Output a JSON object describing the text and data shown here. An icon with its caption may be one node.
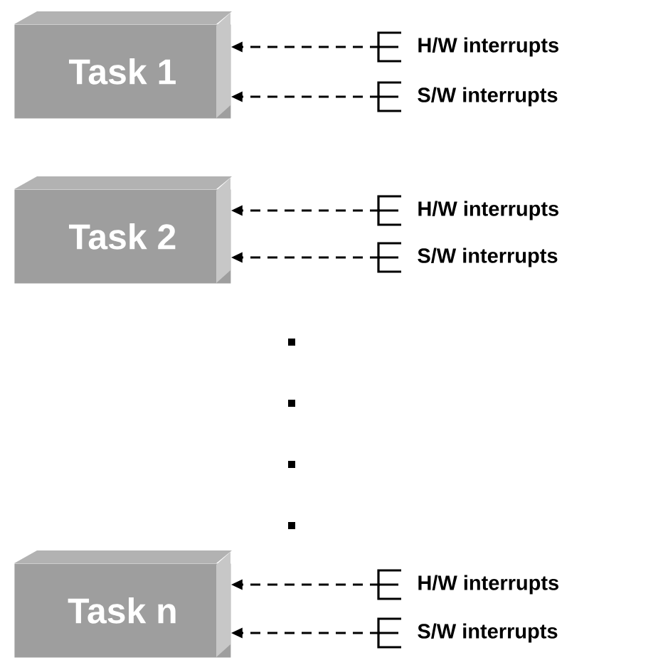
{
  "diagram": {
    "nodes": [
      {
        "text": [
          "Task 1"
        ]
      },
      {
        "text": [
          "Task 2"
        ]
      },
      {
        "text": [
          "Task n"
        ]
      },
      {
        "text": [
          "H/W interrupts"
        ]
      },
      {
        "text": [
          "S/W interrupts"
        ]
      },
      {
        "text": [
          "H/W interrupts"
        ]
      },
      {
        "text": [
          "S/W interrupts"
        ]
      },
      {
        "text": [
          "H/W interrupts"
        ]
      },
      {
        "text": [
          "S/W interrupts"
        ]
      }
    ],
    "edges": [
      {
        "from": 3,
        "to": 0,
        "arrow": "to",
        "style": "dashed"
      },
      {
        "from": 4,
        "to": 0,
        "arrow": "to",
        "style": "dashed"
      },
      {
        "from": 5,
        "to": 1,
        "arrow": "to",
        "style": "dashed"
      },
      {
        "from": 6,
        "to": 1,
        "arrow": "to",
        "style": "dashed"
      },
      {
        "from": 7,
        "to": 2,
        "arrow": "to",
        "style": "dashed"
      },
      {
        "from": 8,
        "to": 2,
        "arrow": "to",
        "style": "dashed"
      }
    ]
  }
}
